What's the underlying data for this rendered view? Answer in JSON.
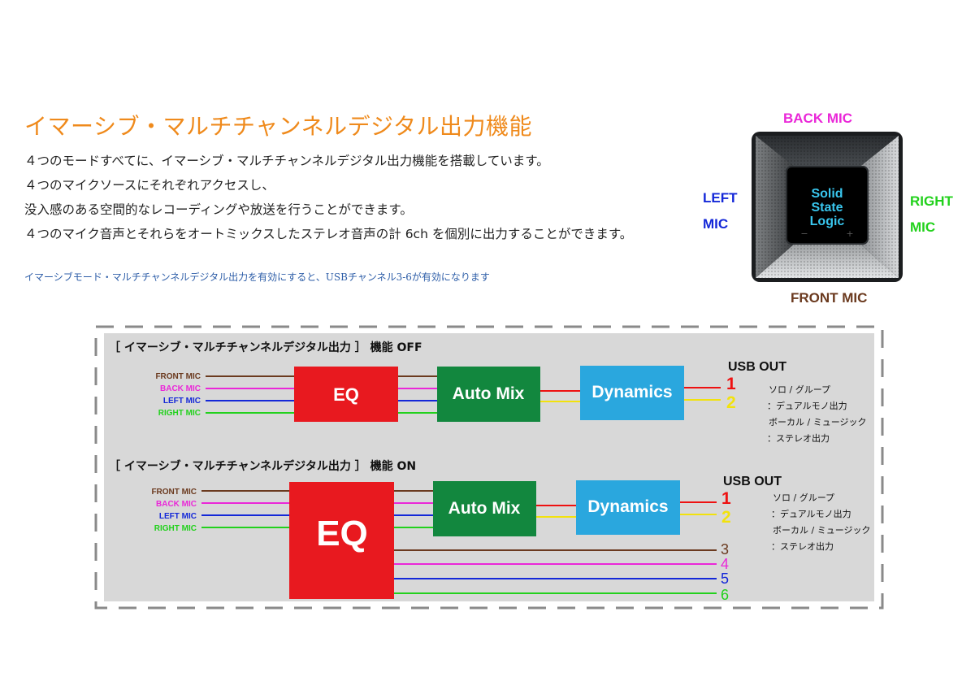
{
  "title": "イマーシブ・マルチチャンネルデジタル出力機能",
  "description": [
    "４つのモードすべてに、イマーシブ・マルチチャンネルデジタル出力機能を搭載しています。",
    "４つのマイクソースにそれぞれアクセスし、",
    "没入感のある空間的なレコーディングや放送を行うことができます。",
    "４つのマイク音声とそれらをオートミックスしたステレオ音声の計 6ch を個別に出力することができます。"
  ],
  "note": "イマーシブモード・マルチチャンネルデジタル出力を有効にすると、USBチャンネル3-6が有効になります",
  "device": {
    "logo": [
      "Solid",
      "State",
      "Logic"
    ],
    "minus": "−",
    "plus": "+",
    "labels": {
      "back": "BACK  MIC",
      "left": [
        "LEFT",
        "MIC"
      ],
      "right": [
        "RIGHT",
        "MIC"
      ],
      "front": "FRONT  MIC"
    }
  },
  "colors": {
    "title": "#ef8a1c",
    "note": "#2e5ea8",
    "front": "#6b3a1f",
    "back": "#ea27d8",
    "left": "#1428d8",
    "right": "#22d11c",
    "eq": "#e8191f",
    "automix": "#12873e",
    "dynamics": "#2aa7de",
    "out1": "#ee1111",
    "out2": "#f2e20c",
    "panel": "#d8d8d8"
  },
  "mic_inputs": [
    "FRONT  MIC",
    "BACK  MIC",
    "LEFT  MIC",
    "RIGHT  MIC"
  ],
  "off_diagram": {
    "heading": "［ イマーシブ・マルチチャンネルデジタル出力 ］ 機能 OFF",
    "eq": "EQ",
    "automix": "Auto Mix",
    "dynamics": "Dynamics",
    "usb_out": "USB  OUT",
    "outputs": [
      "1",
      "2"
    ],
    "modes": [
      "ソロ / グループ",
      "：デュアルモノ出力",
      "ボーカル / ミュージック",
      "：ステレオ出力"
    ]
  },
  "on_diagram": {
    "heading": "［ イマーシブ・マルチチャンネルデジタル出力 ］ 機能 ON",
    "eq": "EQ",
    "automix": "Auto Mix",
    "dynamics": "Dynamics",
    "usb_out": "USB  OUT",
    "outputs": [
      "1",
      "2"
    ],
    "extra_outputs": [
      "3",
      "4",
      "5",
      "6"
    ],
    "modes": [
      "ソロ / グループ",
      "：デュアルモノ出力",
      "ボーカル / ミュージック",
      "：ステレオ出力"
    ]
  }
}
